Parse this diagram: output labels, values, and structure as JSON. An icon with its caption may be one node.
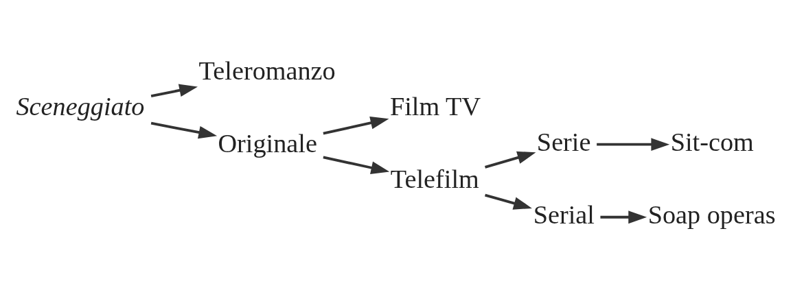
{
  "diagram": {
    "nodes": [
      {
        "text": [
          "Sceneggiato"
        ]
      },
      {
        "text": [
          "Teleromanzo"
        ]
      },
      {
        "text": [
          "Originale"
        ]
      },
      {
        "text": [
          "Film TV"
        ]
      },
      {
        "text": [
          "Telefilm"
        ]
      },
      {
        "text": [
          "Serie"
        ]
      },
      {
        "text": [
          "Sit-com"
        ]
      },
      {
        "text": [
          "Serial"
        ]
      },
      {
        "text": [
          "Soap operas"
        ]
      }
    ],
    "edges": [
      {
        "from": 0,
        "to": 1,
        "arrow": "to"
      },
      {
        "from": 0,
        "to": 2,
        "arrow": "to"
      },
      {
        "from": 2,
        "to": 3,
        "arrow": "to"
      },
      {
        "from": 2,
        "to": 4,
        "arrow": "to"
      },
      {
        "from": 4,
        "to": 5,
        "arrow": "to"
      },
      {
        "from": 4,
        "to": 7,
        "arrow": "to"
      },
      {
        "from": 5,
        "to": 6,
        "arrow": "to"
      },
      {
        "from": 7,
        "to": 8,
        "arrow": "to"
      }
    ]
  }
}
